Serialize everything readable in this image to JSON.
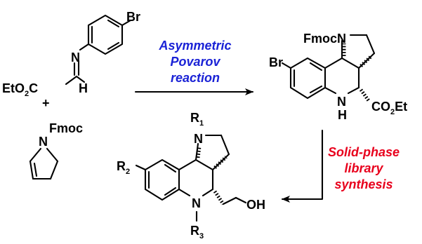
{
  "colors": {
    "bond": "#000000",
    "step_top": "#1a22d6",
    "step_right": "#e8001c",
    "r1": "#e8001c",
    "r2": "#1a22d6",
    "r3": "#e000c8"
  },
  "imine": {
    "br": "Br",
    "n": "N",
    "h": "H",
    "eto2c_prefix": "EtO",
    "eto2c_sub": "2",
    "eto2c_suffix": "C"
  },
  "plus": "+",
  "pyrroline": {
    "fmoc": "Fmoc",
    "n": "N"
  },
  "step_top": {
    "line1": "Asymmetric",
    "line2": "Povarov",
    "line3": "reaction"
  },
  "step_right": {
    "line1": "Solid-phase",
    "line2": "library",
    "line3": "synthesis"
  },
  "product": {
    "fmoc_n": "FmocN",
    "br": "Br",
    "nh_n": "N",
    "nh_h": "H",
    "ester_prefix": "CO",
    "ester_sub": "2",
    "ester_suffix": "Et"
  },
  "library": {
    "r1": "R",
    "r1_sub": "1",
    "r2": "R",
    "r2_sub": "2",
    "r3": "R",
    "r3_sub": "3",
    "n_top": "N",
    "n_bottom": "N",
    "oh": "OH"
  }
}
